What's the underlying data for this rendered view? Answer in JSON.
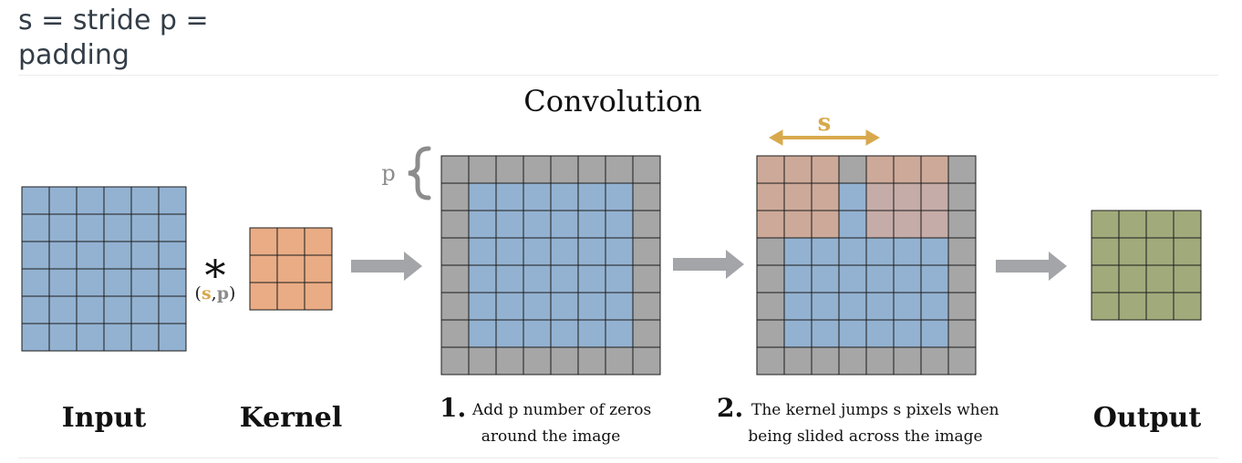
{
  "caption": {
    "text": "s = stride   p = padding"
  },
  "diagram": {
    "title": "Convolution",
    "input_label": "Input",
    "kernel_label": "Kernel",
    "output_label": "Output",
    "operator_symbol": "*",
    "operator_param_s": "s",
    "operator_param_p": "p",
    "padding_marker": "p",
    "stride_marker": "s",
    "step1_number": "1.",
    "step1_line1": "Add p number of zeros",
    "step1_line2": "around the image",
    "step2_number": "2.",
    "step2_line1": "The kernel jumps s pixels when",
    "step2_line2": "being slided across the image"
  },
  "grids": {
    "input": {
      "rows": 6,
      "cols": 6
    },
    "kernel": {
      "rows": 3,
      "cols": 3
    },
    "padded": {
      "rows": 8,
      "cols": 8,
      "padding": 1
    },
    "stride": {
      "rows": 8,
      "cols": 8,
      "kernel_size": 3,
      "stride": 4
    },
    "output": {
      "rows": 4,
      "cols": 4
    }
  },
  "colors": {
    "blue": "#93b2d1",
    "orange": "#e9ac85",
    "gray": "#a6a6a6",
    "kernel_overlay": "#cda999",
    "kernel_overlay_light": "#c6aca8",
    "green": "#a1aa7b",
    "gold": "#d8a94c",
    "arrow": "#a3a5a8",
    "brace": "#8c8c8c"
  }
}
